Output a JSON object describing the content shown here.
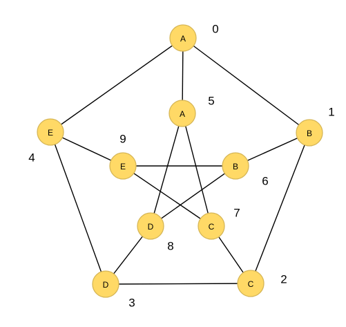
{
  "nodes": [
    {
      "id": "n0",
      "letter": "A",
      "number": "0"
    },
    {
      "id": "n1",
      "letter": "B",
      "number": "1"
    },
    {
      "id": "n2",
      "letter": "C",
      "number": "2"
    },
    {
      "id": "n3",
      "letter": "D",
      "number": "3"
    },
    {
      "id": "n4",
      "letter": "E",
      "number": "4"
    },
    {
      "id": "n5",
      "letter": "A",
      "number": "5"
    },
    {
      "id": "n6",
      "letter": "B",
      "number": "6"
    },
    {
      "id": "n7",
      "letter": "C",
      "number": "7"
    },
    {
      "id": "n8",
      "letter": "D",
      "number": "8"
    },
    {
      "id": "n9",
      "letter": "E",
      "number": "9"
    }
  ],
  "edges": [
    [
      "n0",
      "n1"
    ],
    [
      "n1",
      "n2"
    ],
    [
      "n2",
      "n3"
    ],
    [
      "n3",
      "n4"
    ],
    [
      "n4",
      "n0"
    ],
    [
      "n0",
      "n5"
    ],
    [
      "n1",
      "n6"
    ],
    [
      "n2",
      "n7"
    ],
    [
      "n3",
      "n8"
    ],
    [
      "n4",
      "n9"
    ],
    [
      "n5",
      "n7"
    ],
    [
      "n7",
      "n9"
    ],
    [
      "n9",
      "n6"
    ],
    [
      "n6",
      "n8"
    ],
    [
      "n8",
      "n5"
    ]
  ],
  "colors": {
    "node_fill": "#FFD966",
    "node_stroke": "#D6B656",
    "edge": "#000000"
  }
}
